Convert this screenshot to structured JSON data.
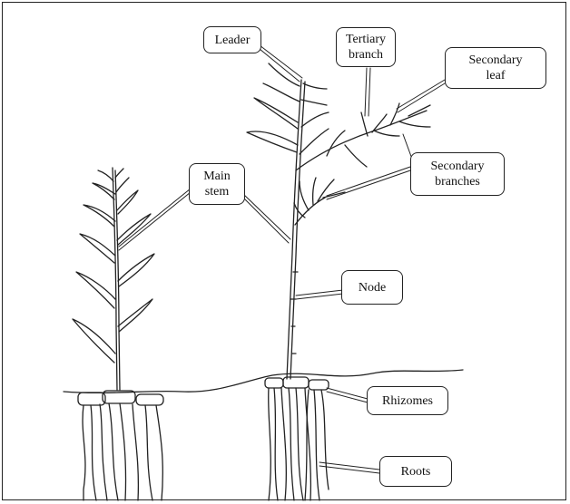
{
  "labels": {
    "leader": "Leader",
    "tertiary_branch": "Tertiary\nbranch",
    "secondary_leaf": "Secondary\nleaf",
    "main_stem": "Main\nstem",
    "secondary_branches": "Secondary\nbranches",
    "node": "Node",
    "rhizomes": "Rhizomes",
    "roots": "Roots"
  },
  "colors": {
    "ink": "#222222",
    "paper": "#ffffff"
  }
}
